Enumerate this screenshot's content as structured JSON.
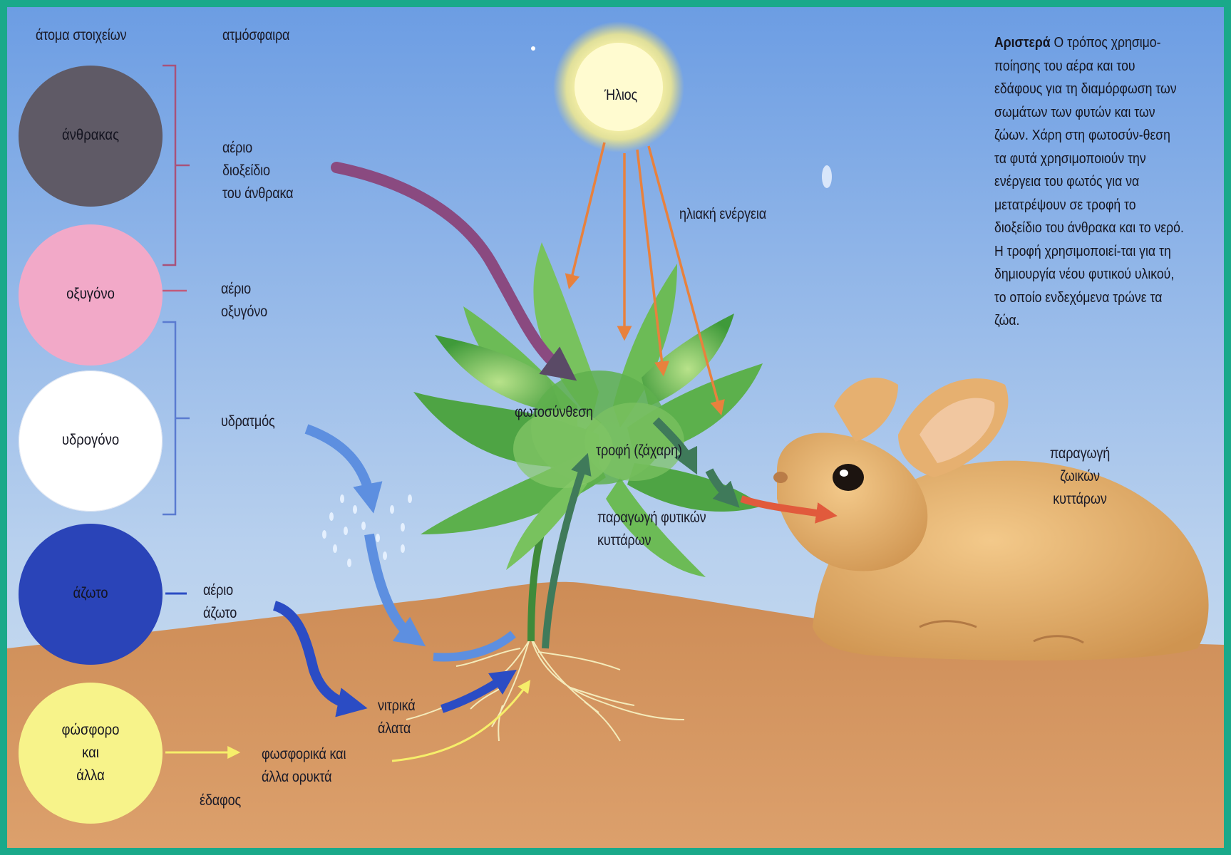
{
  "colors": {
    "sky_top": "#6fa0e4",
    "sky_bottom": "#c8dcef",
    "soil": "#d79a64",
    "carbon": "#5f5a66",
    "oxygen": "#f2a9c8",
    "hydrogen": "#ffffff",
    "nitrogen": "#2a44b8",
    "phosphorus": "#f7f38a",
    "border": "#1aa98a"
  },
  "headers": {
    "elements": "άτομα στοιχείων",
    "atmosphere": "ατμόσφαιρα",
    "soil": "έδαφος"
  },
  "elements": [
    {
      "label": "άνθρακας",
      "color": "#5f5a66"
    },
    {
      "label": "οξυγόνο",
      "color": "#f2a9c8"
    },
    {
      "label": "υδρογόνο",
      "color": "#ffffff"
    },
    {
      "label": "άζωτο",
      "color": "#2a44b8"
    },
    {
      "label": "φώσφορο\nκαι\nάλλα",
      "color": "#f7f38a"
    }
  ],
  "labels": {
    "co2": "αέριο\nδιοξείδιο\nτου άνθρακα",
    "o2": "αέριο\nοξυγόνο",
    "vapor": "υδρατμός",
    "n2": "αέριο\nάζωτο",
    "nitrates": "νιτρικά\nάλατα",
    "phosphates": "φωσφορικά και\nάλλα ορυκτά",
    "sun": "Ήλιος",
    "solar_energy": "ηλιακή ενέργεια",
    "photosynthesis": "φωτοσύνθεση",
    "food": "τροφή (ζάχαρη)",
    "plant_cells": "παραγωγή φυτικών\nκυττάρων",
    "animal_cells": "παραγωγή\nζωικών\nκυττάρων"
  },
  "caption": {
    "bold": "Αριστερά",
    "text": " Ο τρόπος χρησιμο-ποίησης του αέρα και του εδάφους για τη διαμόρφωση των σωμάτων των φυτών και των ζώων. Χάρη στη φωτοσύν-θεση τα φυτά χρησιμοποιούν την ενέργεια του φωτός για να μετατρέψουν σε τροφή το διοξείδιο του άνθρακα και το νερό. Η τροφή χρησιμοποιεί-ται για τη δημιουργία νέου φυτικού υλικού, το οποίο ενδεχόμενα τρώνε τα ζώα."
  }
}
